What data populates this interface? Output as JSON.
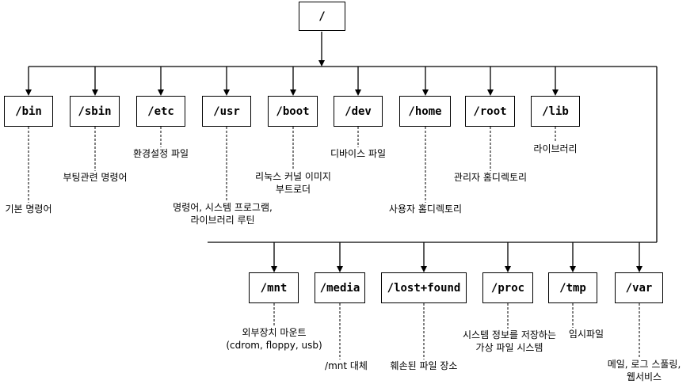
{
  "root": {
    "label": "/"
  },
  "top_dirs": [
    {
      "id": "bin",
      "label": "/bin",
      "desc": [
        "기본 명령어"
      ]
    },
    {
      "id": "sbin",
      "label": "/sbin",
      "desc": [
        "부팅관련 명령어"
      ]
    },
    {
      "id": "etc",
      "label": "/etc",
      "desc": [
        "환경설정 파일"
      ]
    },
    {
      "id": "usr",
      "label": "/usr",
      "desc": [
        "명령어, 시스템 프로그램,",
        "라이브러리 루틴"
      ]
    },
    {
      "id": "boot",
      "label": "/boot",
      "desc": [
        "리눅스 커널 이미지",
        "부트로더"
      ]
    },
    {
      "id": "dev",
      "label": "/dev",
      "desc": [
        "디바이스 파일"
      ]
    },
    {
      "id": "home",
      "label": "/home",
      "desc": [
        "사용자 홈디렉토리"
      ]
    },
    {
      "id": "root",
      "label": "/root",
      "desc": [
        "관리자 홈디렉토리"
      ]
    },
    {
      "id": "lib",
      "label": "/lib",
      "desc": [
        "라이브러리"
      ]
    }
  ],
  "bottom_dirs": [
    {
      "id": "mnt",
      "label": "/mnt",
      "desc": [
        "외부장치 마운트",
        "(cdrom, floppy, usb)"
      ]
    },
    {
      "id": "media",
      "label": "/media",
      "desc": [
        "/mnt 대체"
      ]
    },
    {
      "id": "lost-found",
      "label": "/lost+found",
      "desc": [
        "훼손된 파일 장소"
      ]
    },
    {
      "id": "proc",
      "label": "/proc",
      "desc": [
        "시스템 정보를 저장하는",
        "가상 파일 시스템"
      ]
    },
    {
      "id": "tmp",
      "label": "/tmp",
      "desc": [
        "임시파일"
      ]
    },
    {
      "id": "var",
      "label": "/var",
      "desc": [
        "메일, 로그 스풀링,",
        "웹서비스"
      ]
    }
  ]
}
